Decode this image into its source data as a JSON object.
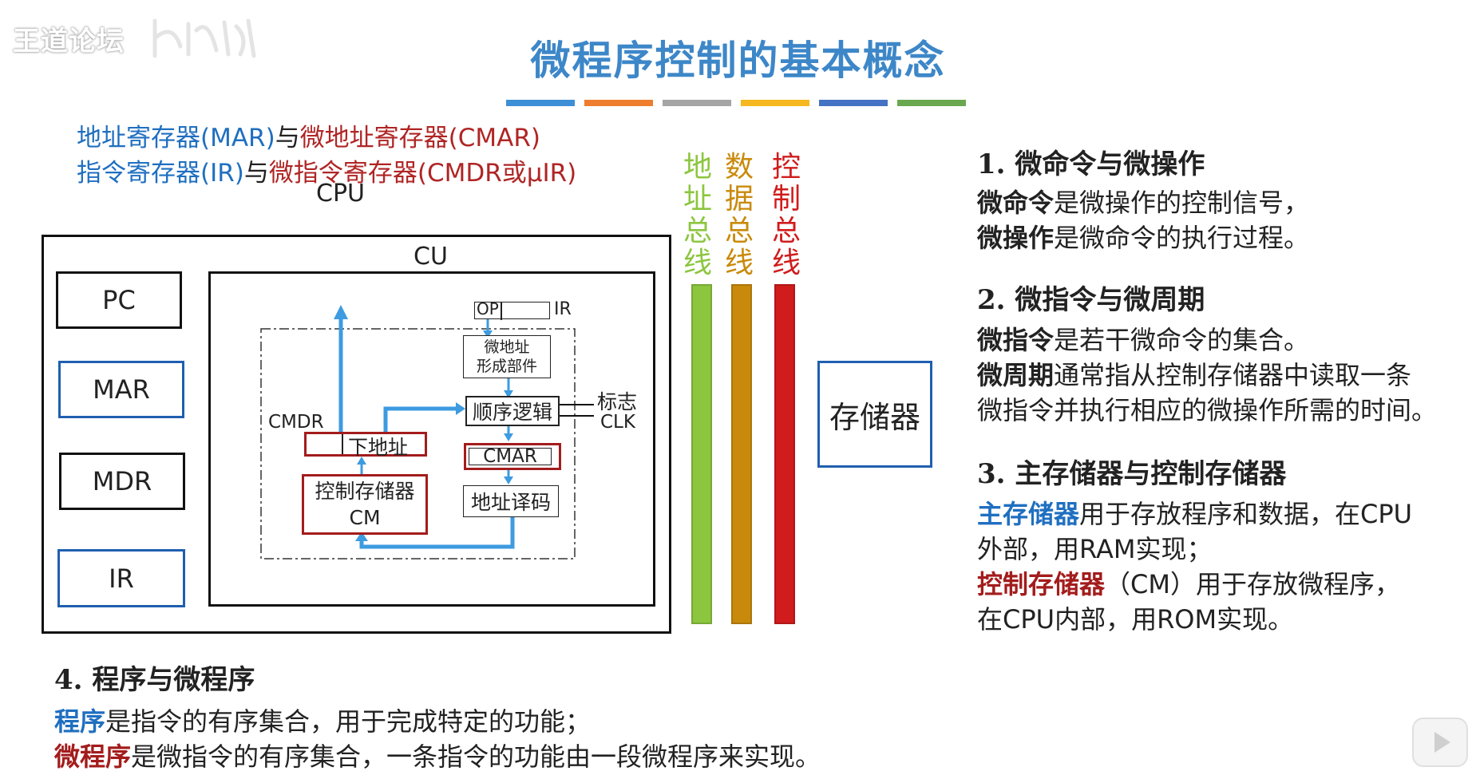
{
  "watermark": {
    "text": "王道论坛"
  },
  "slide": {
    "title": "微程序控制的基本概念"
  },
  "colors": {
    "title": "#3d87c8",
    "accent_blue": "#1f6fc0",
    "accent_red": "#b02525",
    "title_bars": [
      "#3d8fd6",
      "#ee7d2e",
      "#a5a5a5",
      "#f5b820",
      "#4472c4",
      "#6aa84f"
    ],
    "address_bus": "#8cc63f",
    "data_bus": "#c98a0c",
    "control_bus": "#d01c1c"
  },
  "registers": {
    "line1": {
      "a": "地址寄存器(MAR)",
      "conn": "与",
      "b": "微地址寄存器(CMAR)"
    },
    "line2": {
      "a": "指令寄存器(IR)",
      "conn": "与",
      "b": "微指令寄存器(CMDR或μIR)"
    }
  },
  "diagram": {
    "cpu_label": "CPU",
    "cu_label": "CU",
    "pc": "PC",
    "mar": "MAR",
    "mdr": "MDR",
    "ir": "IR",
    "op": "OP",
    "ir_small": "IR",
    "micro_addr_line1": "微地址",
    "micro_addr_line2": "形成部件",
    "seq_logic": "顺序逻辑",
    "flag": "标志",
    "clk": "CLK",
    "cmdr": "CMDR",
    "next_addr": "下地址",
    "cmar": "CMAR",
    "cm_line1": "控制存储器",
    "cm_line2": "CM",
    "addr_decode": "地址译码",
    "memory": "存储器"
  },
  "buses": {
    "address": [
      "地",
      "址",
      "总",
      "线"
    ],
    "data": [
      "数",
      "据",
      "总",
      "线"
    ],
    "control": [
      "控",
      "制",
      "总",
      "线"
    ]
  },
  "sections": {
    "s1": {
      "heading": "1. 微命令与微操作",
      "l1_bold": "微命令",
      "l1_rest": "是微操作的控制信号，",
      "l2_bold": "微操作",
      "l2_rest": "是微命令的执行过程。"
    },
    "s2": {
      "heading": "2. 微指令与微周期",
      "l1_bold": "微指令",
      "l1_rest": "是若干微命令的集合。",
      "l2_bold": "微周期",
      "l2_rest": "通常指从控制存储器中读取一条",
      "l3": "微指令并执行相应的微操作所需的时间。"
    },
    "s3": {
      "heading": "3. 主存储器与控制存储器",
      "l1_hl": "主存储器",
      "l1_rest": "用于存放程序和数据，在CPU",
      "l2": "外部，用RAM实现；",
      "l3_hl": "控制存储器",
      "l3_rest": "（CM）用于存放微程序，",
      "l4": "在CPU内部，用ROM实现。"
    },
    "s4": {
      "heading": "4. 程序与微程序",
      "l1_hl": "程序",
      "l1_rest": "是指令的有序集合，用于完成特定的功能；",
      "l2_hl": "微程序",
      "l2_rest": "是微指令的有序集合，一条指令的功能由一段微程序来实现。"
    }
  }
}
